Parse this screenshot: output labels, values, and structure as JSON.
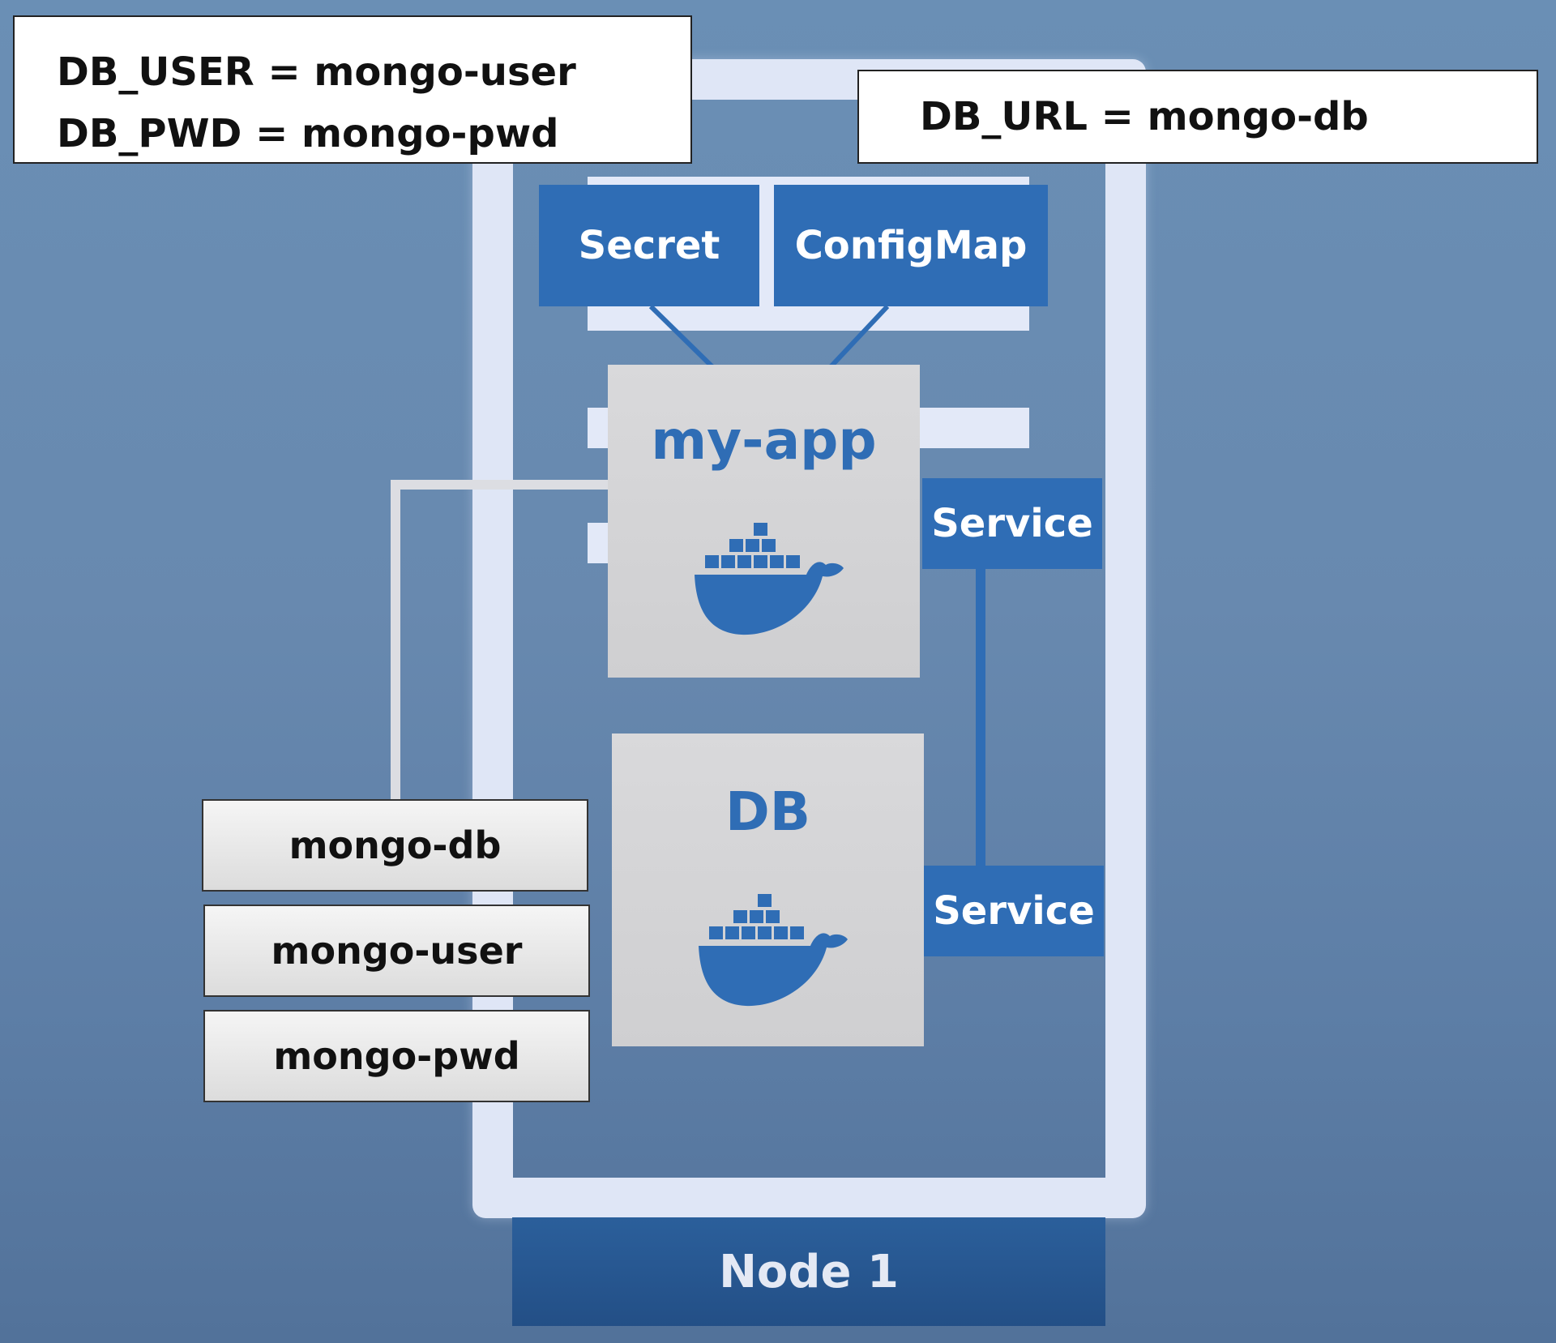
{
  "config_env": {
    "db_user_line": "DB_USER = mongo-user",
    "db_pwd_line": "DB_PWD = mongo-pwd"
  },
  "url_env": {
    "db_url_line": "DB_URL = mongo-db"
  },
  "components": {
    "secret": "Secret",
    "configmap": "ConfigMap"
  },
  "pods": {
    "app": "my-app",
    "db": "DB"
  },
  "services": {
    "app_service": "Service",
    "db_service": "Service"
  },
  "volumes": [
    "mongo-db",
    "mongo-user",
    "mongo-pwd"
  ],
  "node": {
    "label": "Node 1"
  },
  "colors": {
    "accent_blue": "#2f6db5",
    "background": "#6a8fb5",
    "frame": "#dfe6f6",
    "node_bar": "#2b5f9b"
  },
  "icons": {
    "container_icon": "docker-whale-icon"
  }
}
